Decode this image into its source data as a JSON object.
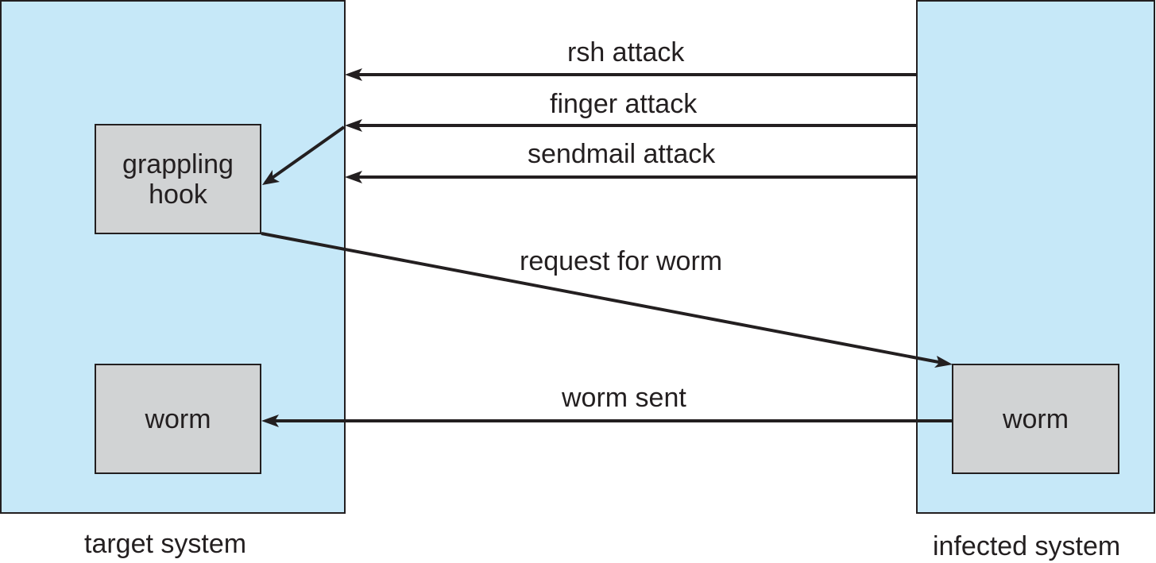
{
  "systems": {
    "target_label": "target system",
    "infected_label": "infected system"
  },
  "boxes": {
    "grappling_hook": "grappling\nhook",
    "worm_target": "worm",
    "worm_infected": "worm"
  },
  "arrows": {
    "rsh": "rsh attack",
    "finger": "finger attack",
    "sendmail": "sendmail attack",
    "request": "request for worm",
    "worm_sent": "worm sent"
  },
  "colors": {
    "system_fill": "#c6e8f8",
    "box_fill": "#d1d3d4",
    "line": "#231f20"
  }
}
